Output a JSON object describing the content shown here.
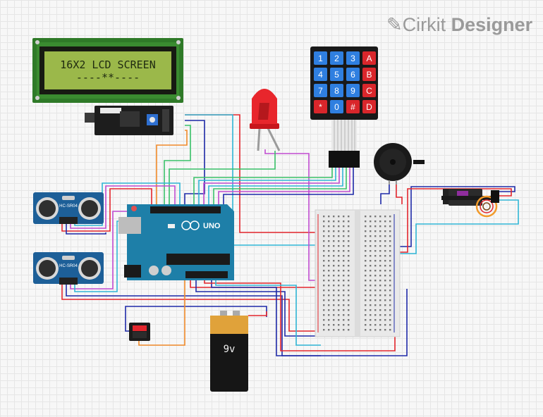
{
  "brand": {
    "prefix": "Cirkit",
    "suffix": "Designer"
  },
  "lcd": {
    "line1": "16X2 LCD SCREEN",
    "line2": "----**----"
  },
  "keypad": {
    "keys": [
      "1",
      "2",
      "3",
      "A",
      "4",
      "5",
      "6",
      "B",
      "7",
      "8",
      "9",
      "C",
      "*",
      "0",
      "#",
      "D"
    ]
  },
  "ultrasonic": {
    "label": "HC-SR04"
  },
  "arduino": {
    "label": "UNO"
  },
  "battery": {
    "label": "9v"
  },
  "colors": {
    "wire_red": "#e3262d",
    "wire_blue": "#1f2aa8",
    "wire_cyan": "#30b6d6",
    "wire_magenta": "#c04bd0",
    "wire_orange": "#f08a2a",
    "wire_green": "#3ac26a",
    "board": "#1e7fa8"
  }
}
